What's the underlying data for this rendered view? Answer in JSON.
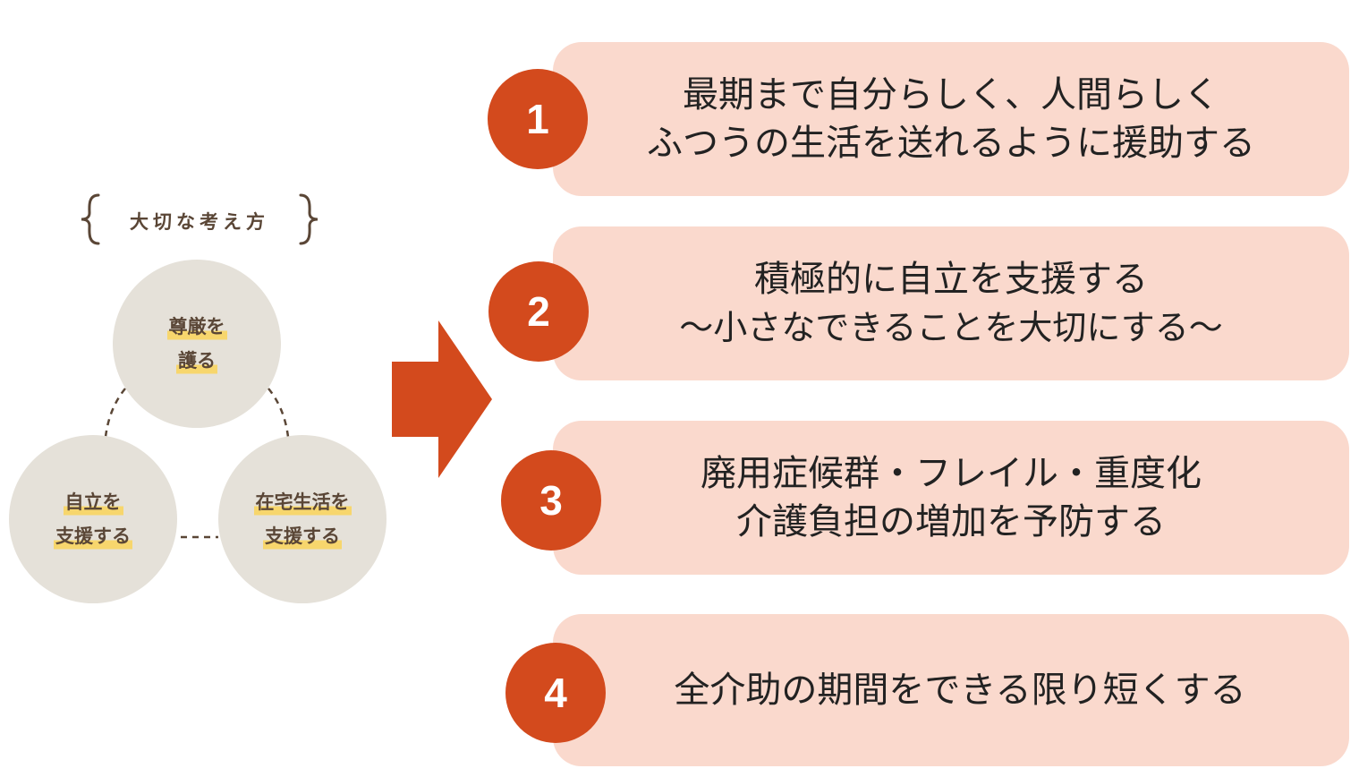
{
  "heading": "大切な考え方",
  "circles": {
    "top": [
      "尊厳を",
      "護る"
    ],
    "left": [
      "自立を",
      "支援する"
    ],
    "right": [
      "在宅生活を",
      "支援する"
    ]
  },
  "items": [
    {
      "number": "1",
      "lines": [
        "最期まで自分らしく、人間らしく",
        "ふつうの生活を送れるように援助する"
      ]
    },
    {
      "number": "2",
      "lines": [
        "積極的に自立を支援する",
        "～小さなできることを大切にする～"
      ]
    },
    {
      "number": "3",
      "lines": [
        "廃用症候群・フレイル・重度化",
        "介護負担の増加を予防する"
      ]
    },
    {
      "number": "4",
      "lines": [
        "全介助の期間をできる限り短くする"
      ]
    }
  ],
  "colors": {
    "accent": "#d34a1d",
    "card_background": "#fad9cd",
    "circle_background": "#e5e1d9",
    "highlight": "#f7d66d",
    "brown_text": "#5a4636"
  }
}
